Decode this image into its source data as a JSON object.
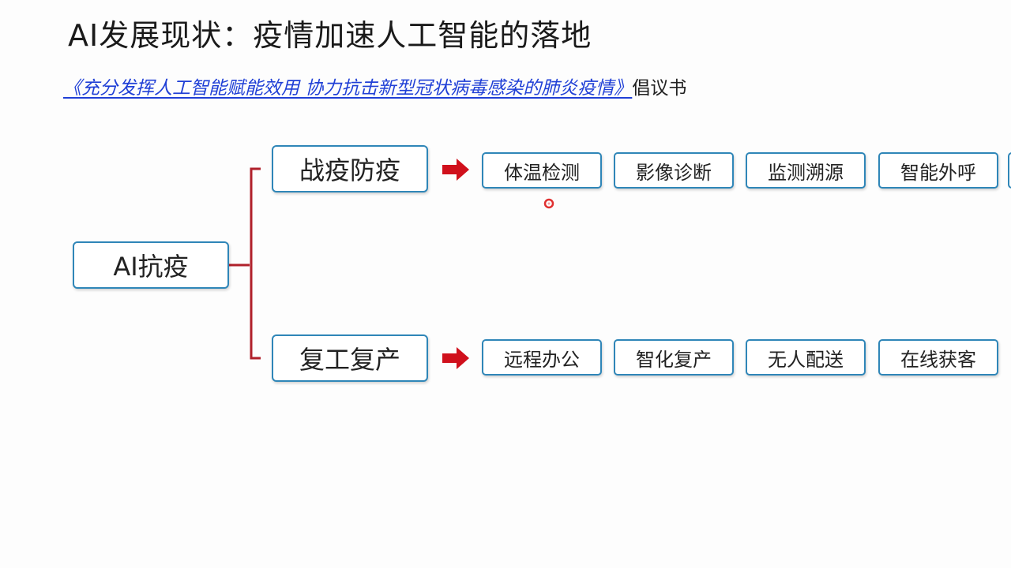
{
  "slide": {
    "title": "AI发展现状：疫情加速人工智能的落地",
    "subtitle_link": "《充分发挥人工智能赋能效用 协力抗击新型冠状病毒感染的肺炎疫情》",
    "subtitle_suffix": "倡议书"
  },
  "mindmap": {
    "root": "AI抗疫",
    "branches": [
      {
        "label": "战疫防疫",
        "items": [
          "体温检测",
          "影像诊断",
          "监测溯源",
          "智能外呼"
        ]
      },
      {
        "label": "复工复产",
        "items": [
          "远程办公",
          "智化复产",
          "无人配送",
          "在线获客"
        ]
      }
    ]
  },
  "colors": {
    "box_border": "#2f86b8",
    "connector": "#b0202a",
    "arrow": "#d0101c",
    "link": "#1f3fd6",
    "cursor": "#e03030"
  },
  "icons": {
    "arrow": "right-arrow-icon",
    "cursor": "pointer-dot-icon"
  }
}
